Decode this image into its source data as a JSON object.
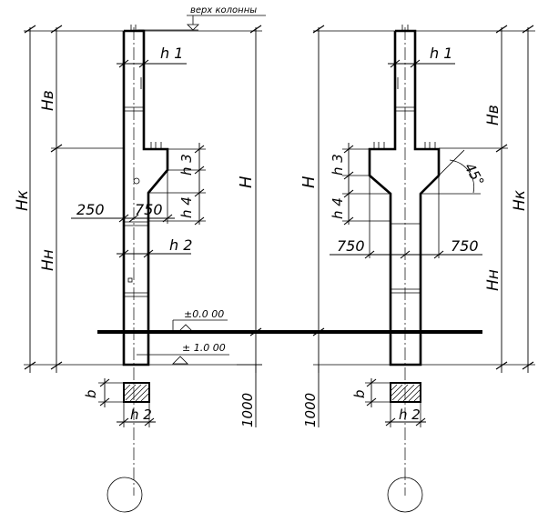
{
  "top_note": "верх колонны",
  "left_column": {
    "labels": {
      "Hk": "Hк",
      "Hb": "Hв",
      "Hn": "Hн",
      "H": "H",
      "h1": "h 1",
      "h2": "h 2",
      "h3": "h 3",
      "h4": "h 4",
      "dim_250": "250",
      "dim_750": "750",
      "b": "b",
      "h2_section": "h 2",
      "dim_1000": "1000"
    }
  },
  "right_column": {
    "labels": {
      "H": "H",
      "Hb": "Hв",
      "Hk": "Hк",
      "Hn": "Hн",
      "h1": "h 1",
      "h3": "h 3",
      "h4": "h 4",
      "dim_750_left": "750",
      "dim_750_right": "750",
      "angle": "45°",
      "b": "b",
      "h2_section": "h 2",
      "dim_1000": "1000"
    }
  },
  "levels": {
    "zero": "±0.0 00",
    "minus_one": "± 1.0 00"
  }
}
